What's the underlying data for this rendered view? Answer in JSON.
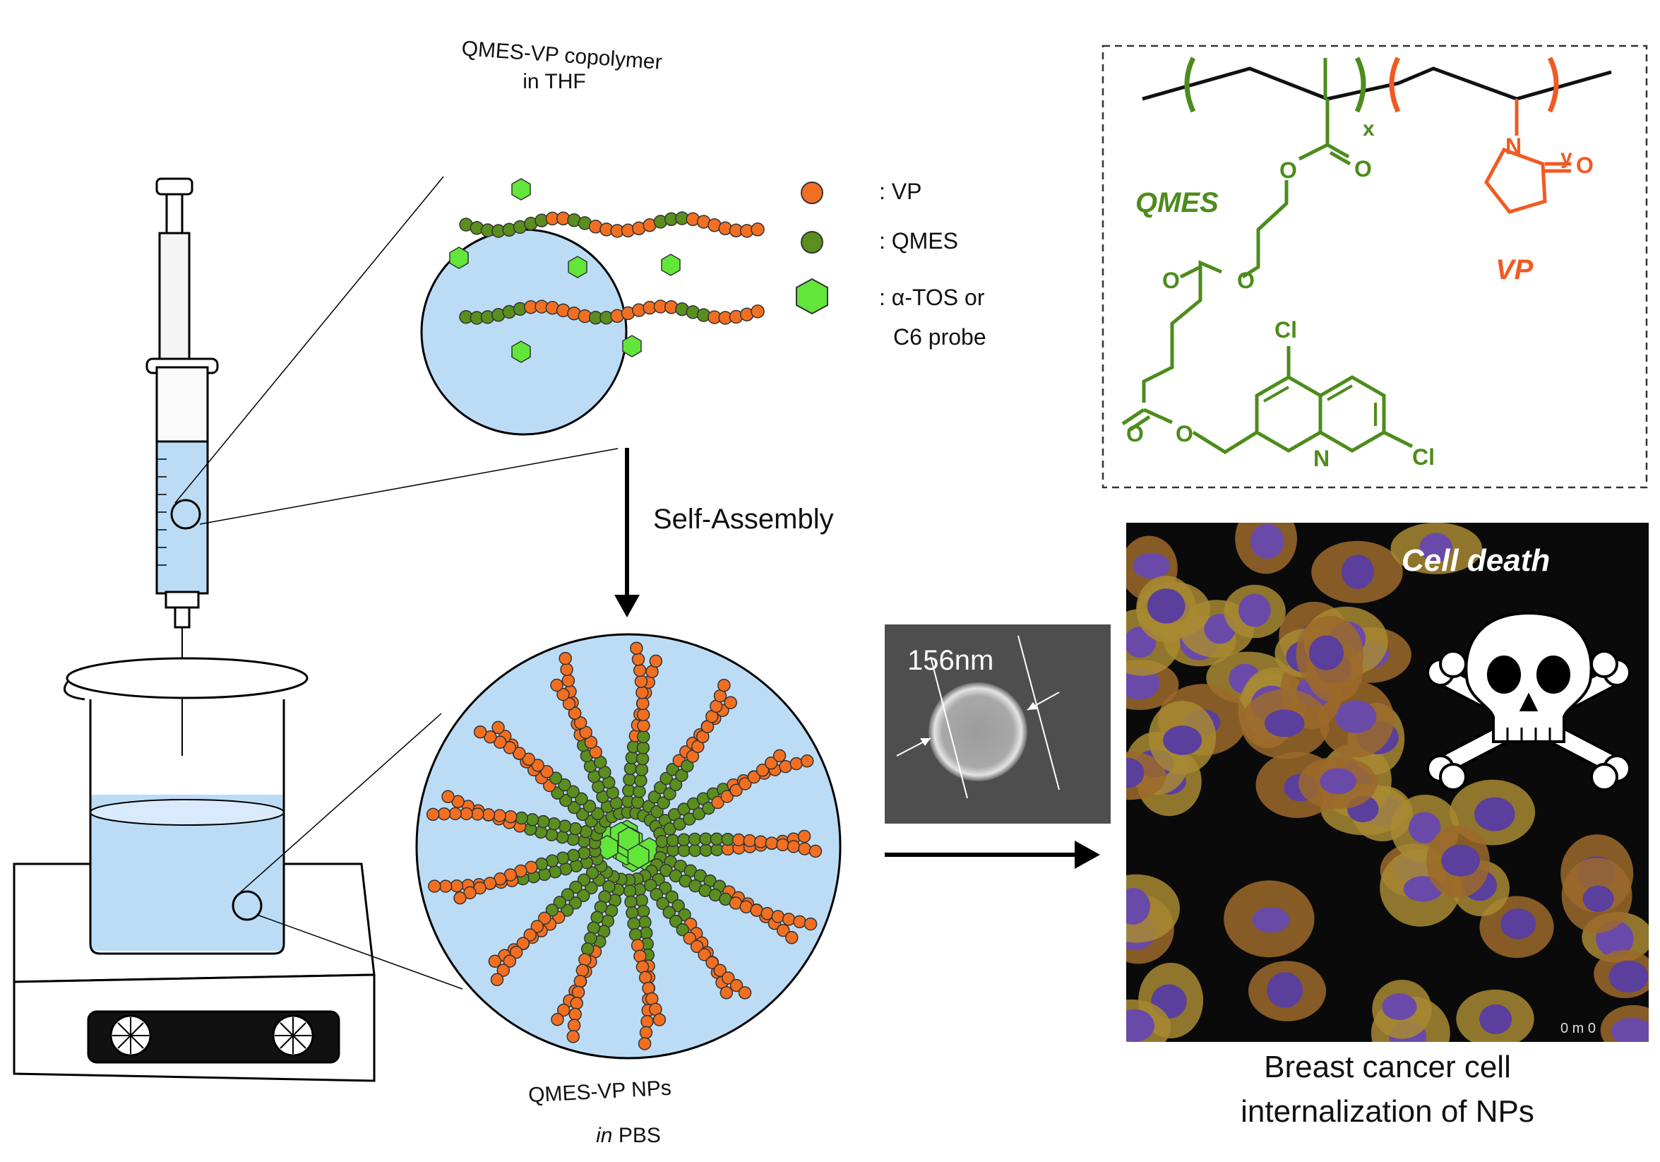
{
  "top_particle": {
    "title_line1": "QMES-VP copolymer",
    "title_line2": "in THF"
  },
  "legend": {
    "vp": ": VP",
    "qmes": ": QMES",
    "drug_line1": ": α-TOS or",
    "drug_line2": "C6 probe"
  },
  "arrow_label": "Self-Assembly",
  "bottom_particle": {
    "title_line1": "QMES-VP NPs",
    "title_line2_italic": "in",
    "title_line2_rest": " PBS"
  },
  "sem": {
    "size_label": "156nm"
  },
  "structure": {
    "sub_x": "x",
    "sub_y": "y",
    "qmes_label": "QMES",
    "vp_label": "VP",
    "atom_o": "O",
    "atom_n": "N",
    "atom_cl": "Cl"
  },
  "micrograph": {
    "overlay_label": "Cell death",
    "scale_text": "0  m  0"
  },
  "caption": {
    "line1": "Breast cancer cell",
    "line2": "internalization of NPs"
  },
  "colors": {
    "vp": "#f26f22",
    "qmes": "#5a8e1e",
    "drug": "#62e63a",
    "solution": "#bcdcf6",
    "chem_green": "#4d8c1c",
    "chem_orange": "#f05a23"
  },
  "icons": [
    "syringe-icon",
    "beaker-icon",
    "hot-plate-icon",
    "skull-crossbones-icon"
  ]
}
